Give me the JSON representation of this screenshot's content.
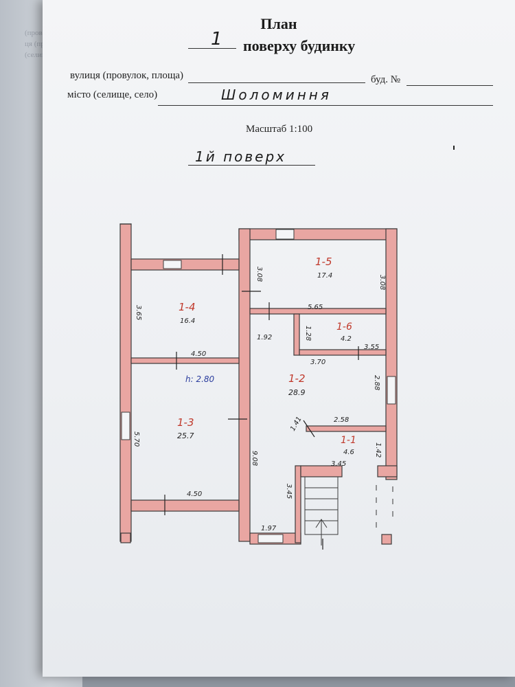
{
  "underlying_sheet": {
    "fragments": [
      "(прово",
      "ця (пр",
      "(селищ"
    ]
  },
  "header": {
    "title": "План",
    "floor_number": "1",
    "subtitle": "поверху будинку",
    "street_label": "вулиця (провулок, площа)",
    "building_label": "буд. №",
    "city_label": "місто (селище, село)",
    "city_value": "Шоломиння",
    "scale": "Масштаб 1:100",
    "floor_note": "1й поверх"
  },
  "plan": {
    "colors": {
      "wall": "#e9a6a2",
      "wall_line": "#3a3a3a",
      "ink": "#222222",
      "room_code": "#c0392b",
      "blue_note": "#2c3e9e"
    },
    "rooms": [
      {
        "code": "1-5",
        "area": "17.4"
      },
      {
        "code": "1-4",
        "area": "16.4"
      },
      {
        "code": "1-6",
        "area": "4.2"
      },
      {
        "code": "1-2",
        "area": "28.9"
      },
      {
        "code": "1-3",
        "area": "25.7"
      },
      {
        "code": "1-1",
        "area": "4.6"
      }
    ],
    "height_note": "h: 2.80",
    "dimensions": [
      "3.08",
      "3.08",
      "5.65",
      "3.65",
      "4.50",
      "1.92",
      "1.28",
      "3.55",
      "3.70",
      "2.88",
      "2.58",
      "5.70",
      "1.41",
      "1.42",
      "9.08",
      "3.45",
      "3.45",
      "4.50",
      "1.97"
    ]
  }
}
